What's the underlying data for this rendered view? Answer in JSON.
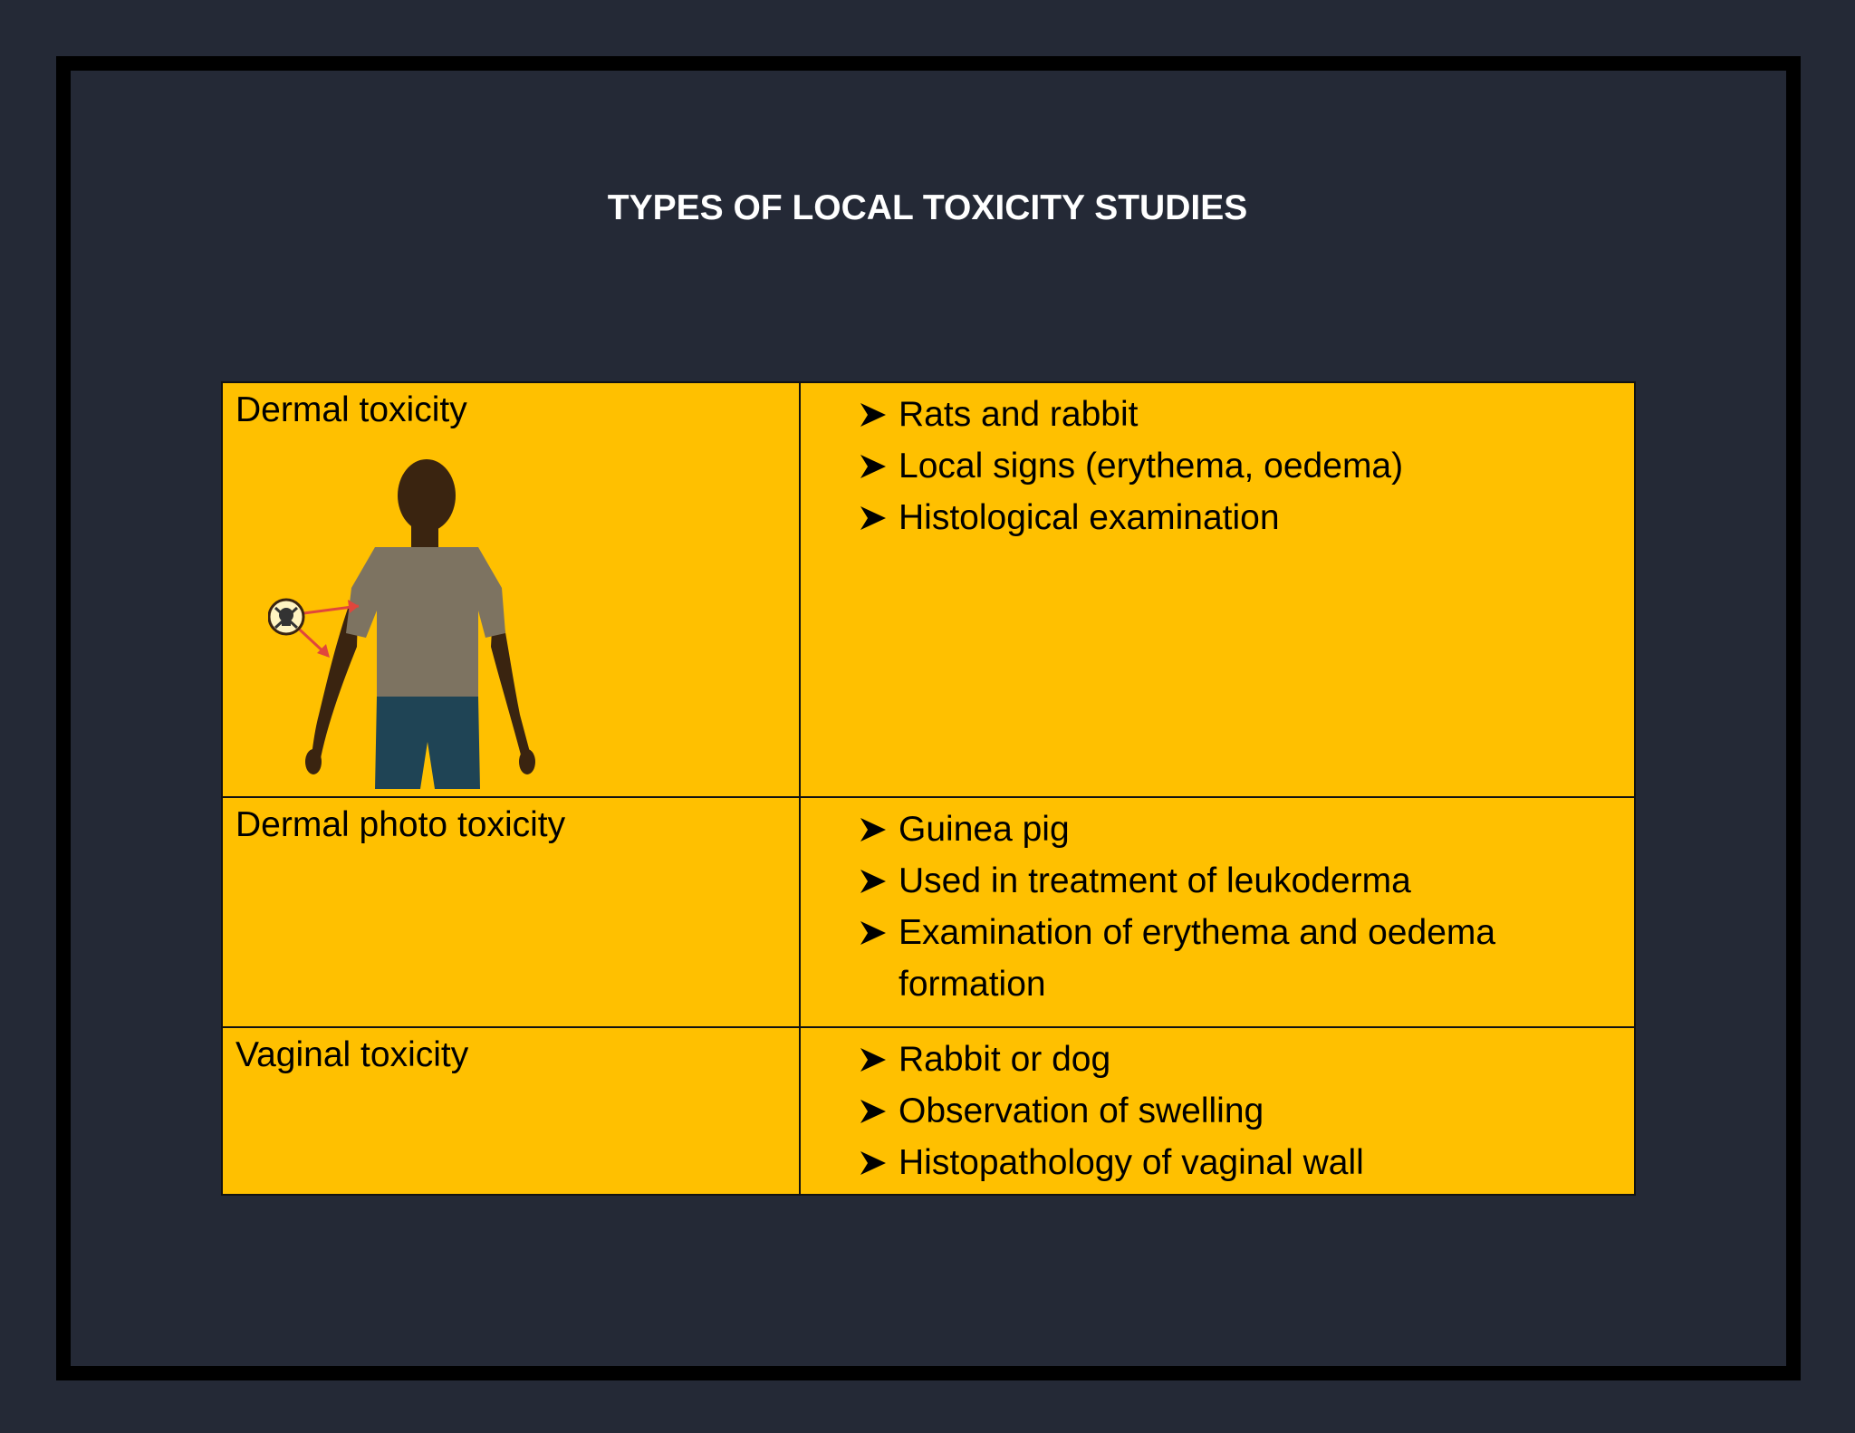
{
  "slide": {
    "title": "TYPES OF LOCAL TOXICITY STUDIES",
    "colors": {
      "background": "#242936",
      "frame": "#000000",
      "table_fill": "#ffc000",
      "title_text": "#ffffff"
    }
  },
  "table": {
    "rows": [
      {
        "study": "Dermal toxicity",
        "points": [
          "Rats and rabbit",
          "Local signs (erythema, oedema)",
          "Histological examination"
        ],
        "illustration": "human-silhouette-skin-exposure"
      },
      {
        "study": "Dermal photo toxicity",
        "points": [
          "Guinea pig",
          "Used in treatment of leukoderma",
          "Examination of erythema and oedema formation"
        ]
      },
      {
        "study": "Vaginal toxicity",
        "points": [
          "Rabbit or dog",
          "Observation of swelling",
          "Histopathology of vaginal wall"
        ]
      }
    ]
  },
  "icons": {
    "bullet": "arrowhead-bullet-icon",
    "hazard": "skull-hazard-icon"
  }
}
